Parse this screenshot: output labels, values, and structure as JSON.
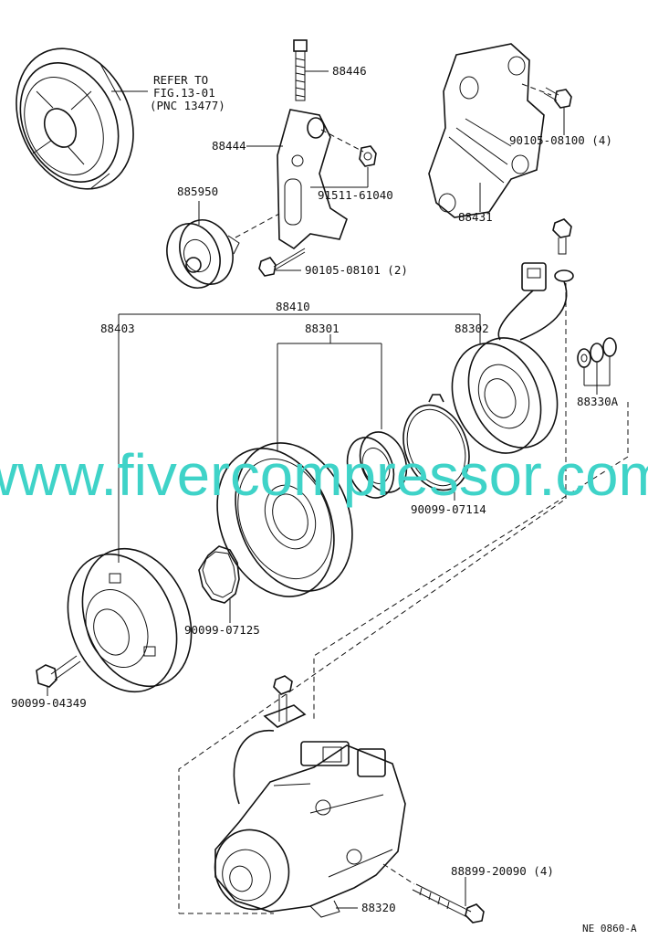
{
  "labels": {
    "refer_line1": "REFER TO",
    "refer_line2": "FIG.13-01",
    "refer_line3": "(PNC 13477)",
    "p88446": "88446",
    "p88444": "88444",
    "p91511": "91511-61040",
    "p885950": "885950",
    "p90105_08101": "90105-08101 (2)",
    "p90105_08100": "90105-08100 (4)",
    "p88431": "88431",
    "p88410": "88410",
    "p88403": "88403",
    "p88301": "88301",
    "p88302": "88302",
    "p88330A": "88330A",
    "p90099_07114": "90099-07114",
    "p90099_07125": "90099-07125",
    "p90099_04349": "90099-04349",
    "p88899": "88899-20090 (4)",
    "p88320": "88320"
  },
  "watermark": "www.fivercompressor.com",
  "figure_ref": "NE 0860-A",
  "colors": {
    "ink": "#111111",
    "watermark": "#3fd3c8",
    "background": "#ffffff"
  }
}
